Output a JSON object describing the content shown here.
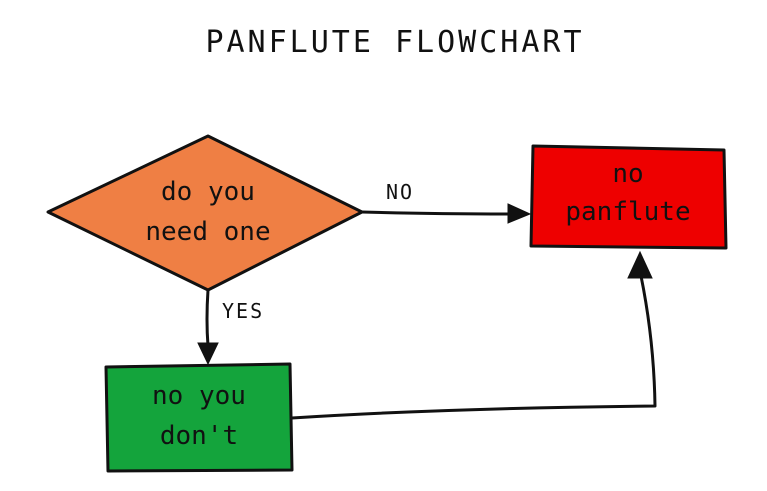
{
  "title": "PANFLUTE FLOWCHART",
  "colors": {
    "decision": "#ef7f44",
    "no_panflute": "#ee0000",
    "no_you_dont": "#14a43c",
    "ink": "#111111"
  },
  "nodes": {
    "decision": {
      "line1": "do you",
      "line2": "need one"
    },
    "no_panflute": {
      "line1": "no",
      "line2": "panflute"
    },
    "no_you_dont": {
      "line1": "no you",
      "line2": "don't"
    }
  },
  "edges": {
    "no_label": "NO",
    "yes_label": "YES"
  }
}
